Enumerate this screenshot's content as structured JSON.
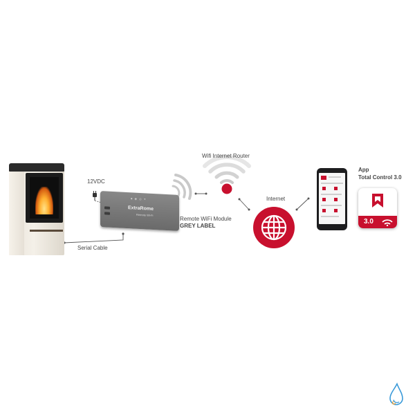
{
  "labels": {
    "power": "12VDC",
    "router": "Wifi Internet Router",
    "module_line1": "Remote WiFi Module",
    "module_line2": "GREY LABEL",
    "internet": "Internet",
    "app_line1": "App",
    "app_line2": "Total Control 3.0",
    "cable": "Serial Cable"
  },
  "module": {
    "brand": "ExtraRome",
    "model": "Remote Wi-Fi"
  },
  "app_icon": {
    "version": "3.0"
  },
  "colors": {
    "accent_red": "#c8102e",
    "line": "#555555",
    "wifi_grey": "#c9c9c9"
  },
  "icons": [
    "stove-image",
    "plug-icon",
    "wifi-module-image",
    "wifi-signal-icon",
    "router-wifi-icon",
    "globe-icon",
    "smartphone-image",
    "app-icon",
    "water-drop-logo"
  ]
}
